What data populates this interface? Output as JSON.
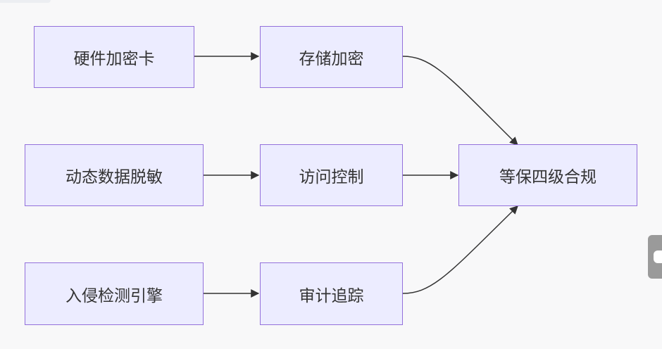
{
  "nodes": {
    "hw_encrypt_card": "硬件加密卡",
    "storage_encrypt": "存储加密",
    "dynamic_masking": "动态数据脱敏",
    "access_control": "访问控制",
    "intrusion_engine": "入侵检测引擎",
    "audit_trace": "审计追踪",
    "compliance": "等保四级合规"
  },
  "edges": [
    [
      "hw_encrypt_card",
      "storage_encrypt"
    ],
    [
      "dynamic_masking",
      "access_control"
    ],
    [
      "intrusion_engine",
      "audit_trace"
    ],
    [
      "storage_encrypt",
      "compliance"
    ],
    [
      "access_control",
      "compliance"
    ],
    [
      "audit_trace",
      "compliance"
    ]
  ],
  "colors": {
    "node_fill": "#ececff",
    "node_border": "#9370db",
    "edge": "#333333",
    "background": "#f8f8f9"
  }
}
